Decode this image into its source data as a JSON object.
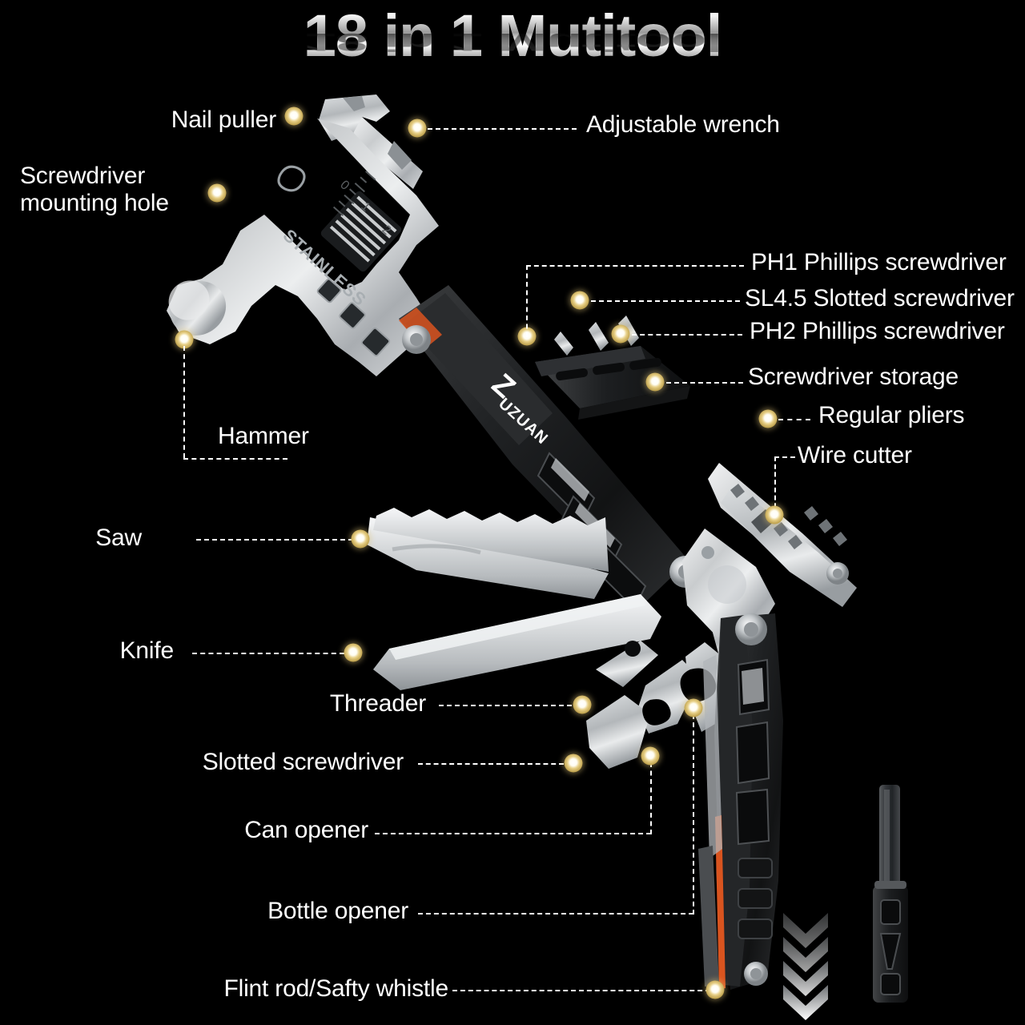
{
  "page": {
    "background_color": "#000000",
    "title": "18 in 1 Mutitool",
    "brand": "ZUZUAN",
    "embossed_text": "STAINLESS",
    "accent_color": "#d9be74",
    "label_color": "#ffffff",
    "orange_accent": "#d9541f"
  },
  "ruler_marks": [
    "0",
    "1",
    "2"
  ],
  "labels": [
    {
      "id": "nail-puller",
      "text": "Nail puller",
      "align": "right"
    },
    {
      "id": "adjustable-wrench",
      "text": "Adjustable wrench",
      "align": "left"
    },
    {
      "id": "screwdriver-hole",
      "text": "Screwdriver\nmounting hole",
      "align": "left"
    },
    {
      "id": "ph1-phillips",
      "text": "PH1 Phillips screwdriver",
      "align": "left"
    },
    {
      "id": "sl45-slotted",
      "text": "SL4.5 Slotted screwdriver",
      "align": "left"
    },
    {
      "id": "ph2-phillips",
      "text": "PH2 Phillips screwdriver",
      "align": "left"
    },
    {
      "id": "screwdriver-storage",
      "text": "Screwdriver storage",
      "align": "left"
    },
    {
      "id": "regular-pliers",
      "text": "Regular pliers",
      "align": "left"
    },
    {
      "id": "wire-cutter",
      "text": "Wire cutter",
      "align": "left"
    },
    {
      "id": "hammer",
      "text": "Hammer",
      "align": "left"
    },
    {
      "id": "saw",
      "text": "Saw",
      "align": "right"
    },
    {
      "id": "knife",
      "text": "Knife",
      "align": "right"
    },
    {
      "id": "threader",
      "text": "Threader",
      "align": "right"
    },
    {
      "id": "slotted-screwdriver",
      "text": "Slotted screwdriver",
      "align": "right"
    },
    {
      "id": "can-opener",
      "text": "Can opener",
      "align": "right"
    },
    {
      "id": "bottle-opener",
      "text": "Bottle opener",
      "align": "right"
    },
    {
      "id": "flint-rod",
      "text": "Flint rod/Safty whistle",
      "align": "right"
    }
  ]
}
